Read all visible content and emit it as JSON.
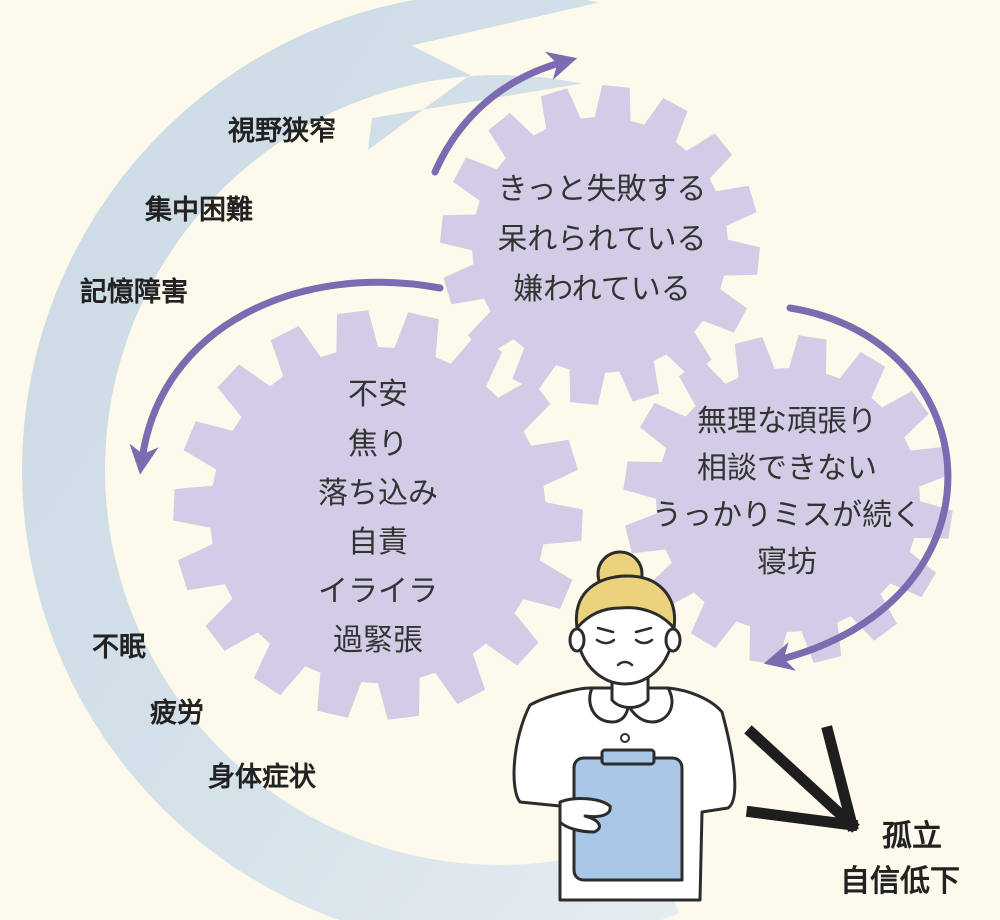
{
  "cycle_labels_top": [
    "視野狭窄",
    "集中困難",
    "記憶障害"
  ],
  "cycle_labels_bottom": [
    "不眠",
    "疲労",
    "身体症状"
  ],
  "gear_thoughts": {
    "lines": [
      "きっと失敗する",
      "呆れられている",
      "嫌われている"
    ]
  },
  "gear_emotions": {
    "lines": [
      "不安",
      "焦り",
      "落ち込み",
      "自責",
      "イライラ",
      "過緊張"
    ]
  },
  "gear_behaviors": {
    "lines": [
      "無理な頑張り",
      "相談できない",
      "うっかりミスが続く",
      "寝坊"
    ]
  },
  "outcome": {
    "lines": [
      "孤立",
      "自信低下"
    ]
  },
  "colors": {
    "background": "#fdfaec",
    "cycle_arrow": "#cfdde6",
    "gear": "#d4cce6",
    "arrow_purple": "#7b6bb0",
    "hair": "#ecd27a",
    "clipboard": "#a9c8e8"
  },
  "icons": [
    "nurse-figure-icon",
    "clipboard-icon",
    "outcome-arrow-icon"
  ]
}
